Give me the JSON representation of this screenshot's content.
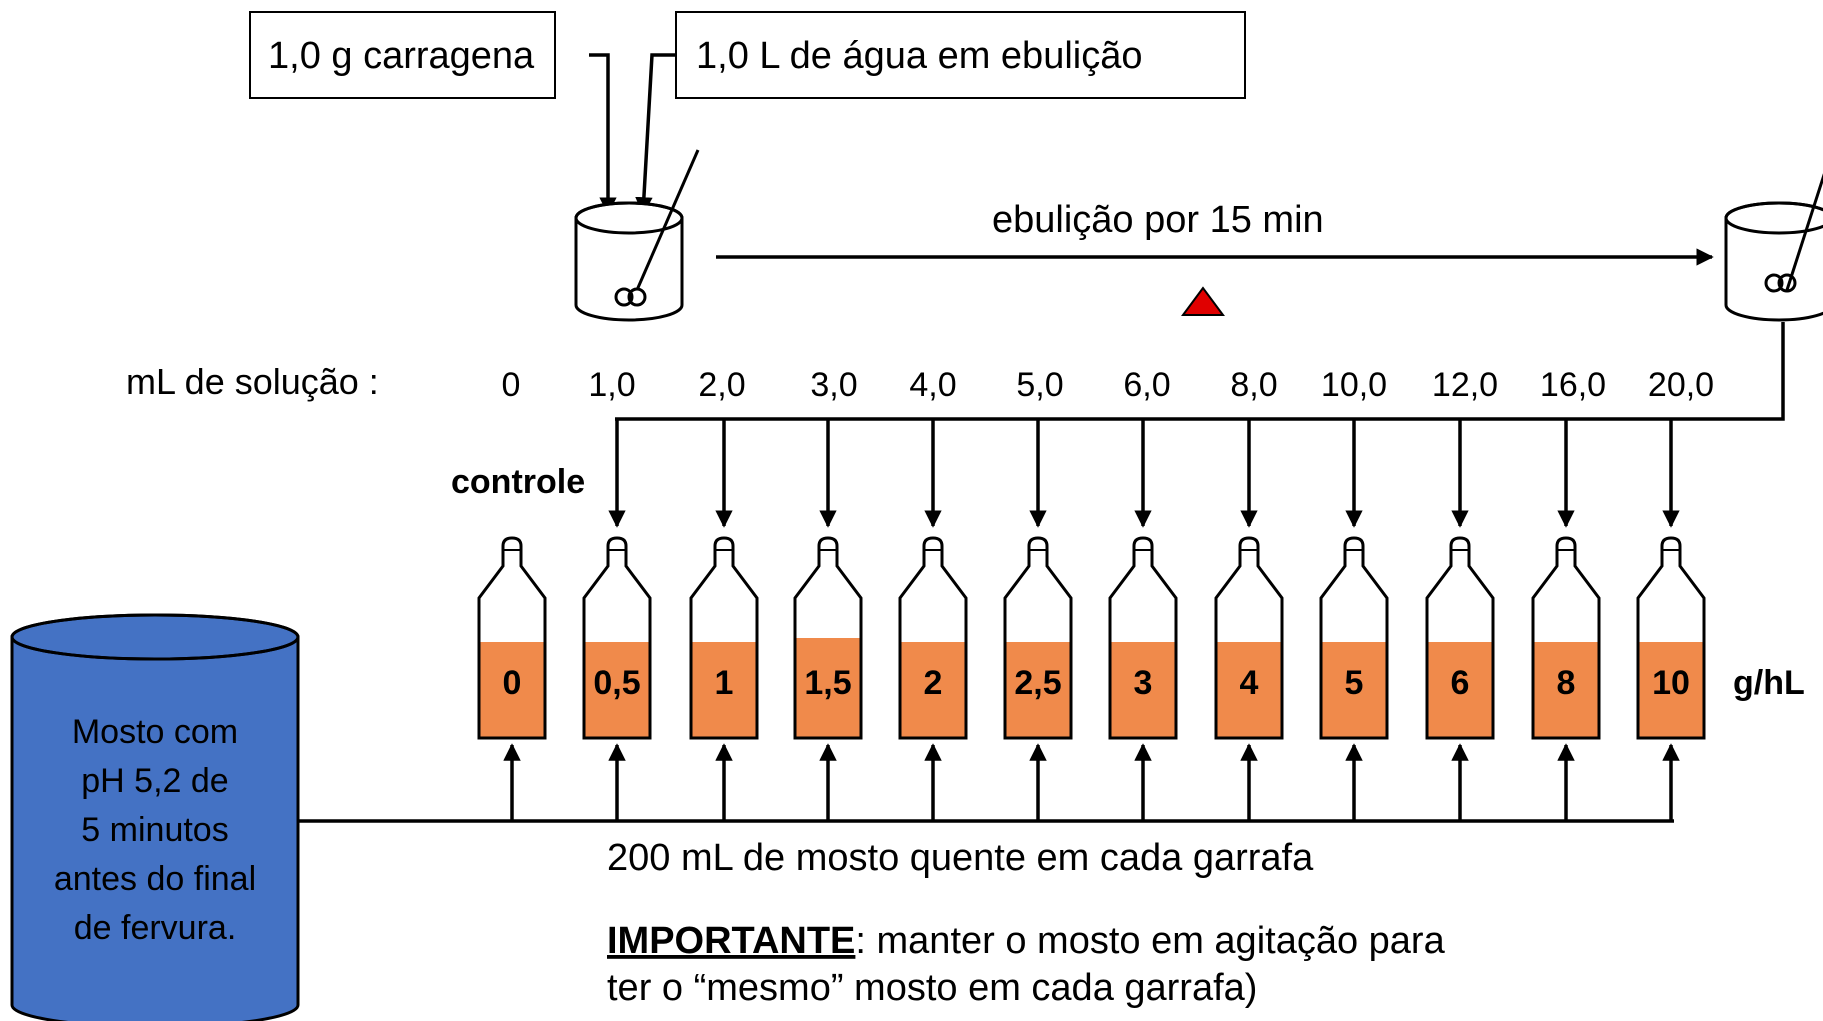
{
  "boxes": {
    "carrageenan": "1,0 g carragena",
    "water": "1,0 L de água em ebulição"
  },
  "boil_label": "ebulição por 15 min",
  "solution_label": "mL de solução :",
  "solution_volumes": [
    "0",
    "1,0",
    "2,0",
    "3,0",
    "4,0",
    "5,0",
    "6,0",
    "8,0",
    "10,0",
    "12,0",
    "16,0",
    "20,0"
  ],
  "control_label": "controle",
  "bottle_doses": [
    "0",
    "0,5",
    "1",
    "1,5",
    "2",
    "2,5",
    "3",
    "4",
    "5",
    "6",
    "8",
    "10"
  ],
  "dose_unit": "g/hL",
  "tank_text": [
    "Mosto com",
    "pH 5,2 de",
    "5 minutos",
    "antes do final",
    "de fervura."
  ],
  "wort_label": "200 mL de mosto quente em cada garrafa",
  "note": {
    "important": "IMPORTANTE",
    "line1": ": manter o mosto em agitação para",
    "line2": "ter o “mesmo” mosto em cada garrafa)"
  },
  "colors": {
    "liquid": "#f08a4b",
    "tank": "#4472c4",
    "heat_triangle": "#e00000"
  }
}
